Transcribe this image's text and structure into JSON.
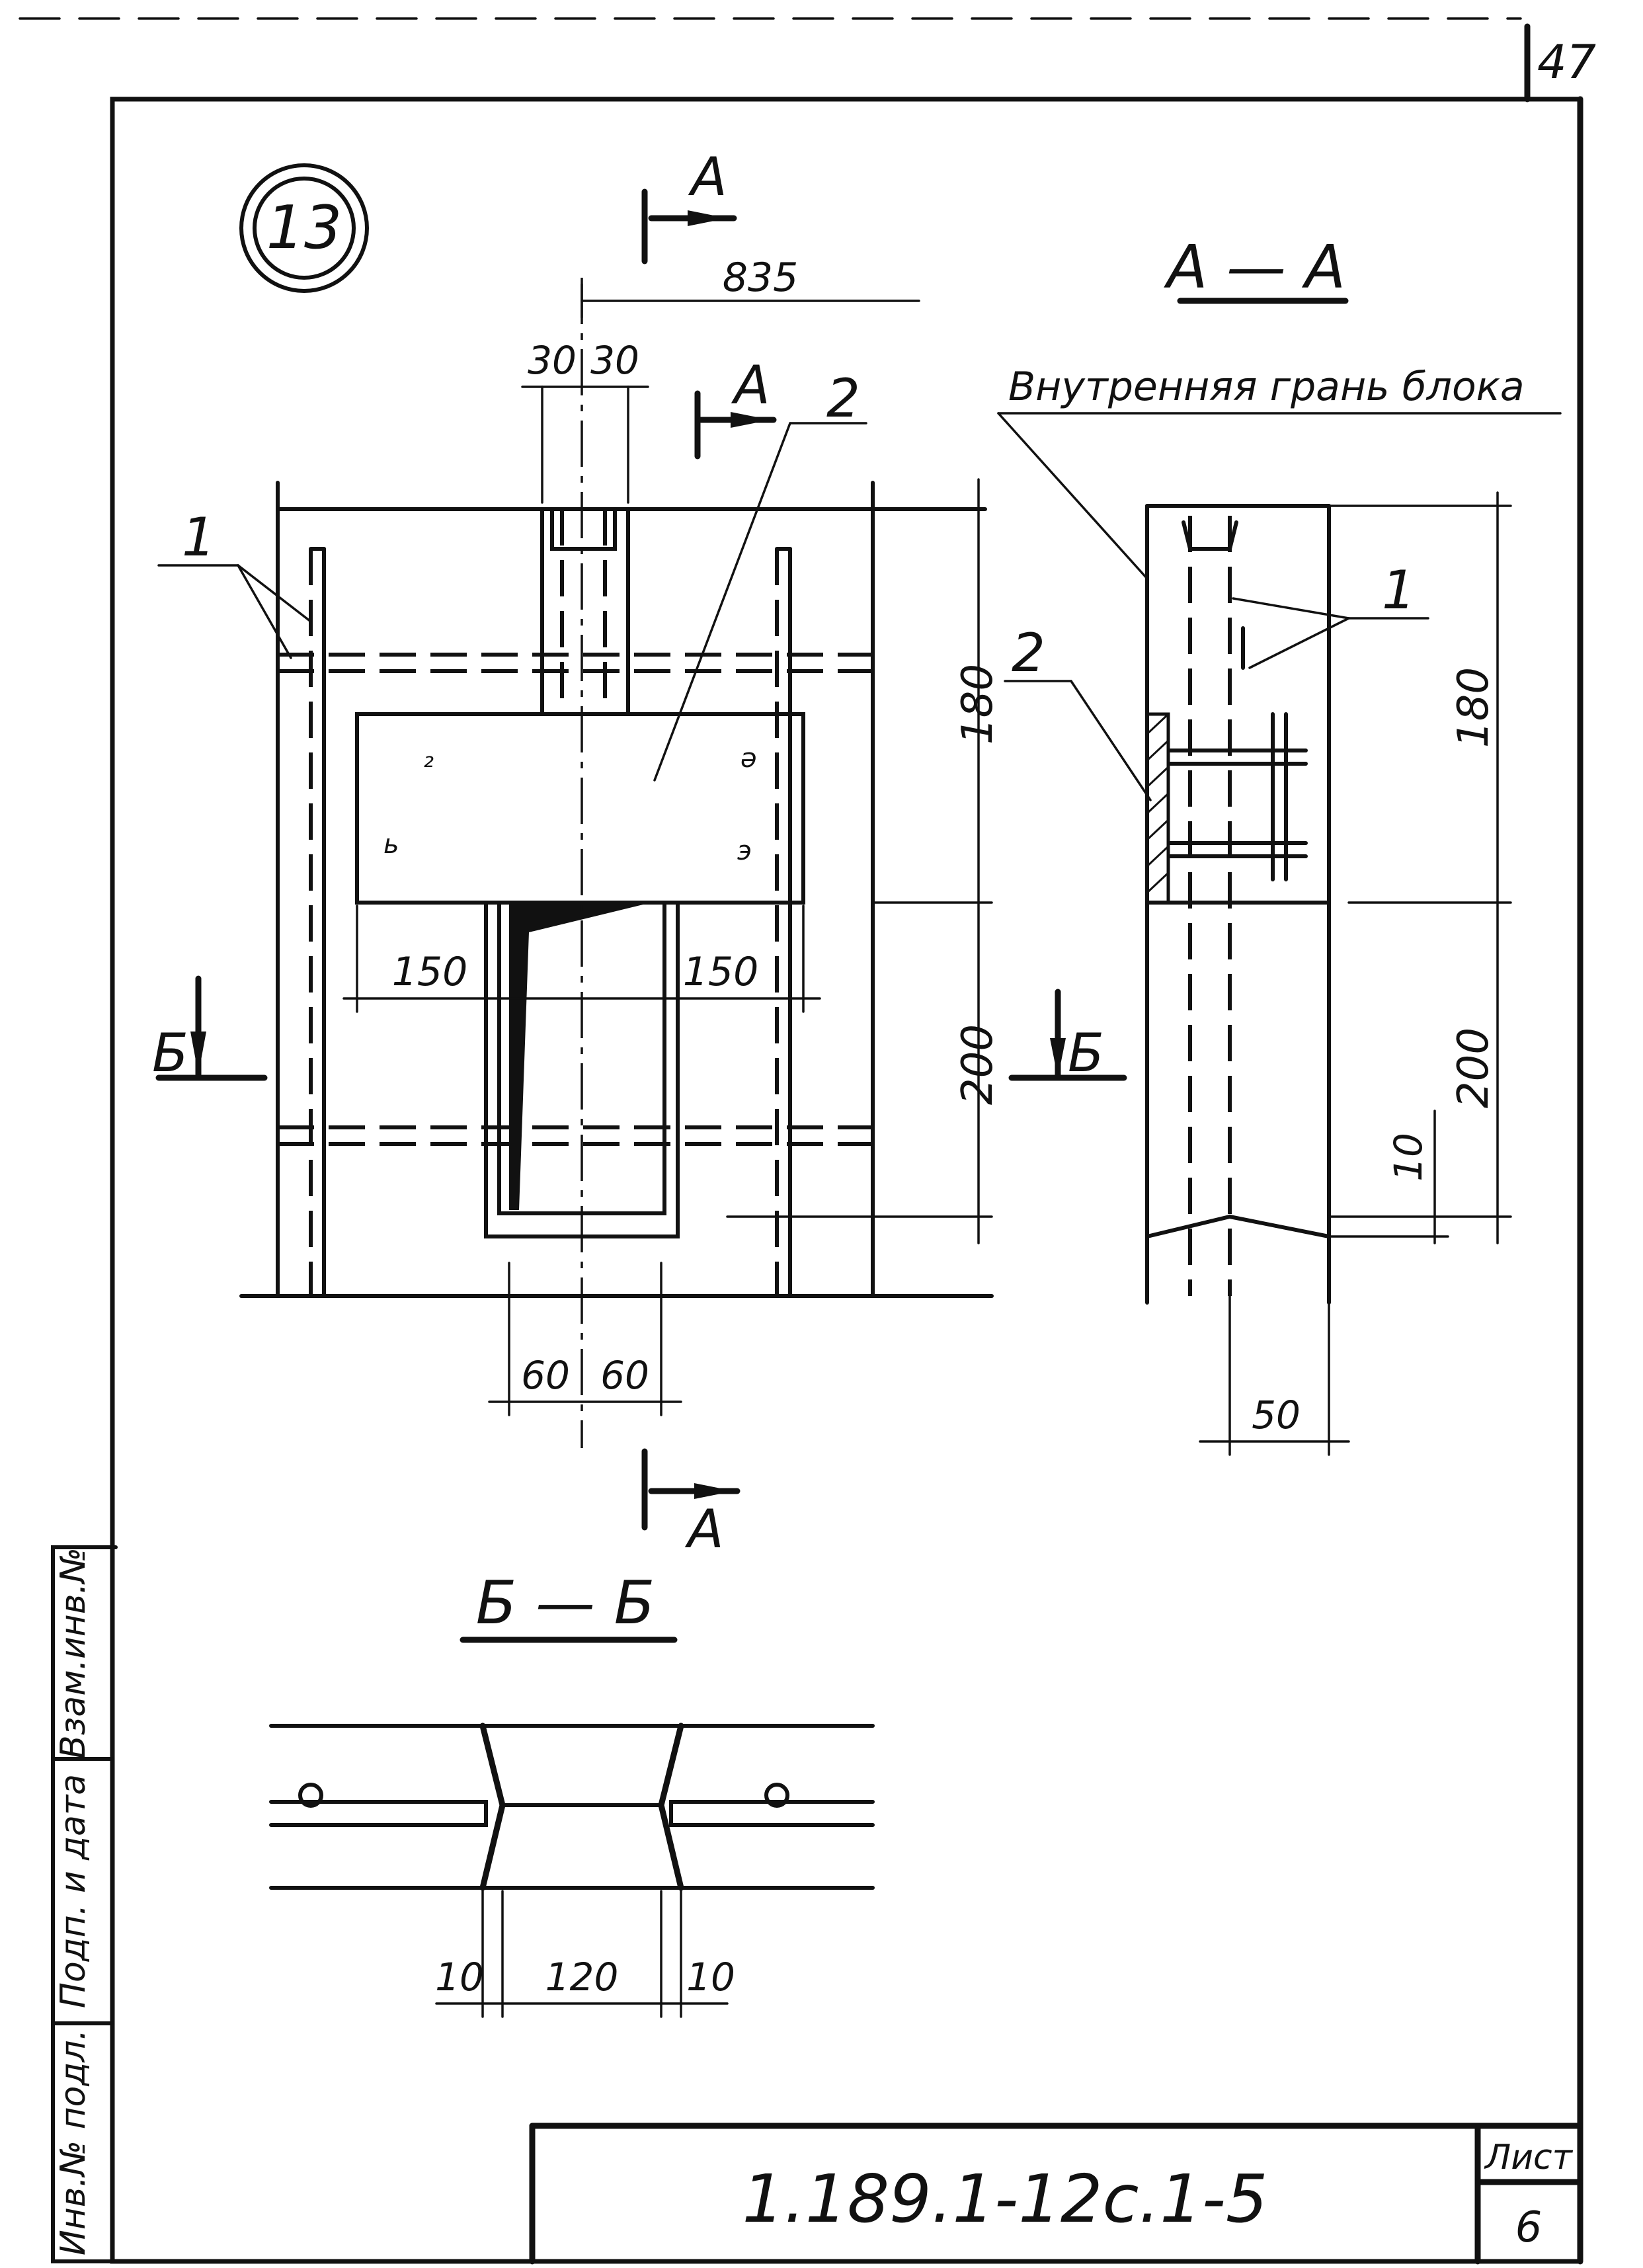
{
  "sheet_corner_number": "47",
  "detail_number": "13",
  "section_marks": {
    "a": "А",
    "b": "Б"
  },
  "views": {
    "section_aa_title": "А — А",
    "section_bb_title": "Б — Б"
  },
  "labels": {
    "inner_face": "Внутренняя грань блока",
    "item_1": "1",
    "item_2": "2"
  },
  "dimensions": {
    "d835": "835",
    "d30a": "30",
    "d30b": "30",
    "d150a": "150",
    "d150b": "150",
    "d180": "180",
    "d200": "200",
    "d60a": "60",
    "d60b": "60",
    "aa_180": "180",
    "aa_200": "200",
    "aa_10": "10",
    "aa_50": "50",
    "bb_10a": "10",
    "bb_120": "120",
    "bb_10b": "10"
  },
  "side_stamp": {
    "inv_podl": "Инв.№ подл.",
    "podp_data": "Подп. и дата",
    "vzam_inv": "Взам.инв.№"
  },
  "title_block": {
    "code": "1.189.1-12с.1-5",
    "sheet_label": "Лист",
    "sheet_number": "6"
  }
}
